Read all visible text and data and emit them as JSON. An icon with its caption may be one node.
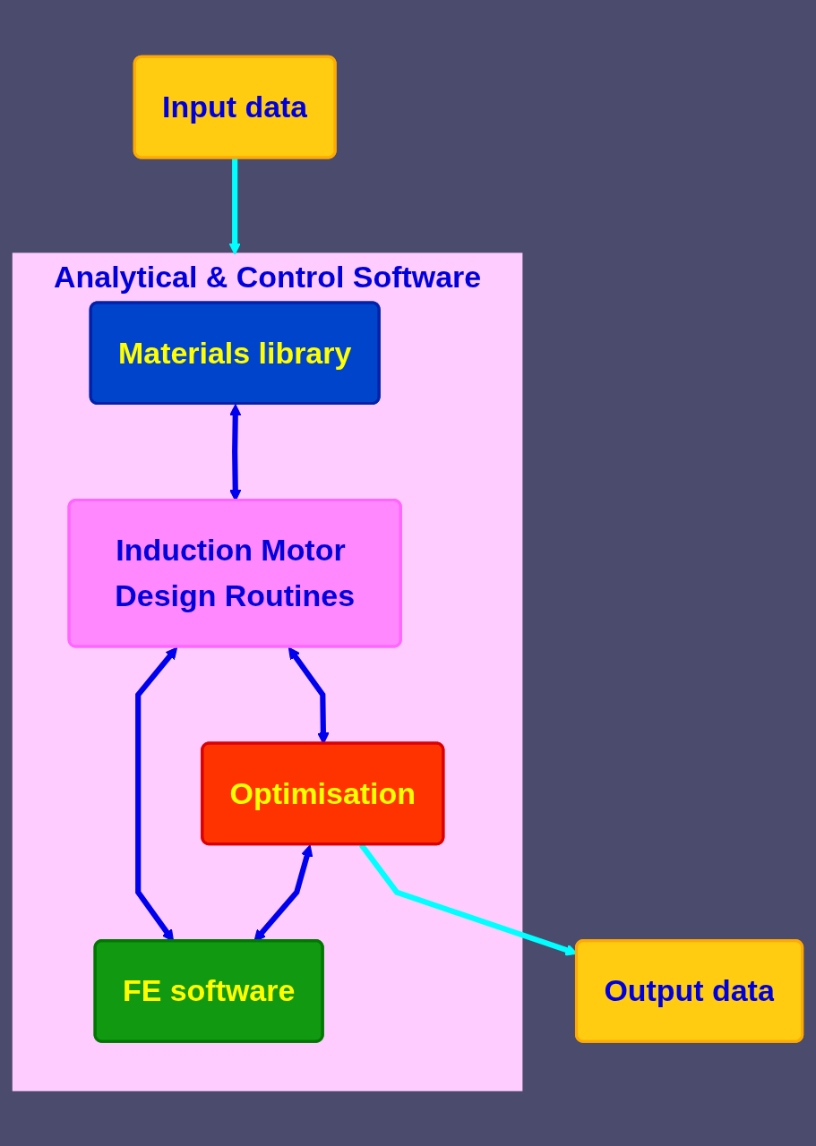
{
  "diagram": {
    "nodes": [
      {
        "text": [
          "Input data"
        ]
      },
      {
        "text": [
          "Analytical & Control Software"
        ]
      },
      {
        "text": [
          "Materials library"
        ],
        "in": 1
      },
      {
        "text": [
          "Induction Motor Design Routines"
        ],
        "in": 1
      },
      {
        "text": [
          "FE software"
        ],
        "in": 1
      },
      {
        "text": [
          "Optimisation"
        ],
        "in": 1
      },
      {
        "text": [
          "Output data"
        ]
      }
    ],
    "edges": [
      {
        "from": 0,
        "to": 1,
        "arrow": "to",
        "color": "#00ffff"
      },
      {
        "from": 2,
        "to": 3,
        "arrow": "both"
      },
      {
        "from": 3,
        "to": 4,
        "arrow": "both"
      },
      {
        "from": 3,
        "to": 5,
        "arrow": "both"
      },
      {
        "from": 5,
        "to": 4,
        "arrow": "both"
      },
      {
        "from": 5,
        "to": 6,
        "arrow": "to",
        "color": "#00ffff"
      }
    ]
  }
}
